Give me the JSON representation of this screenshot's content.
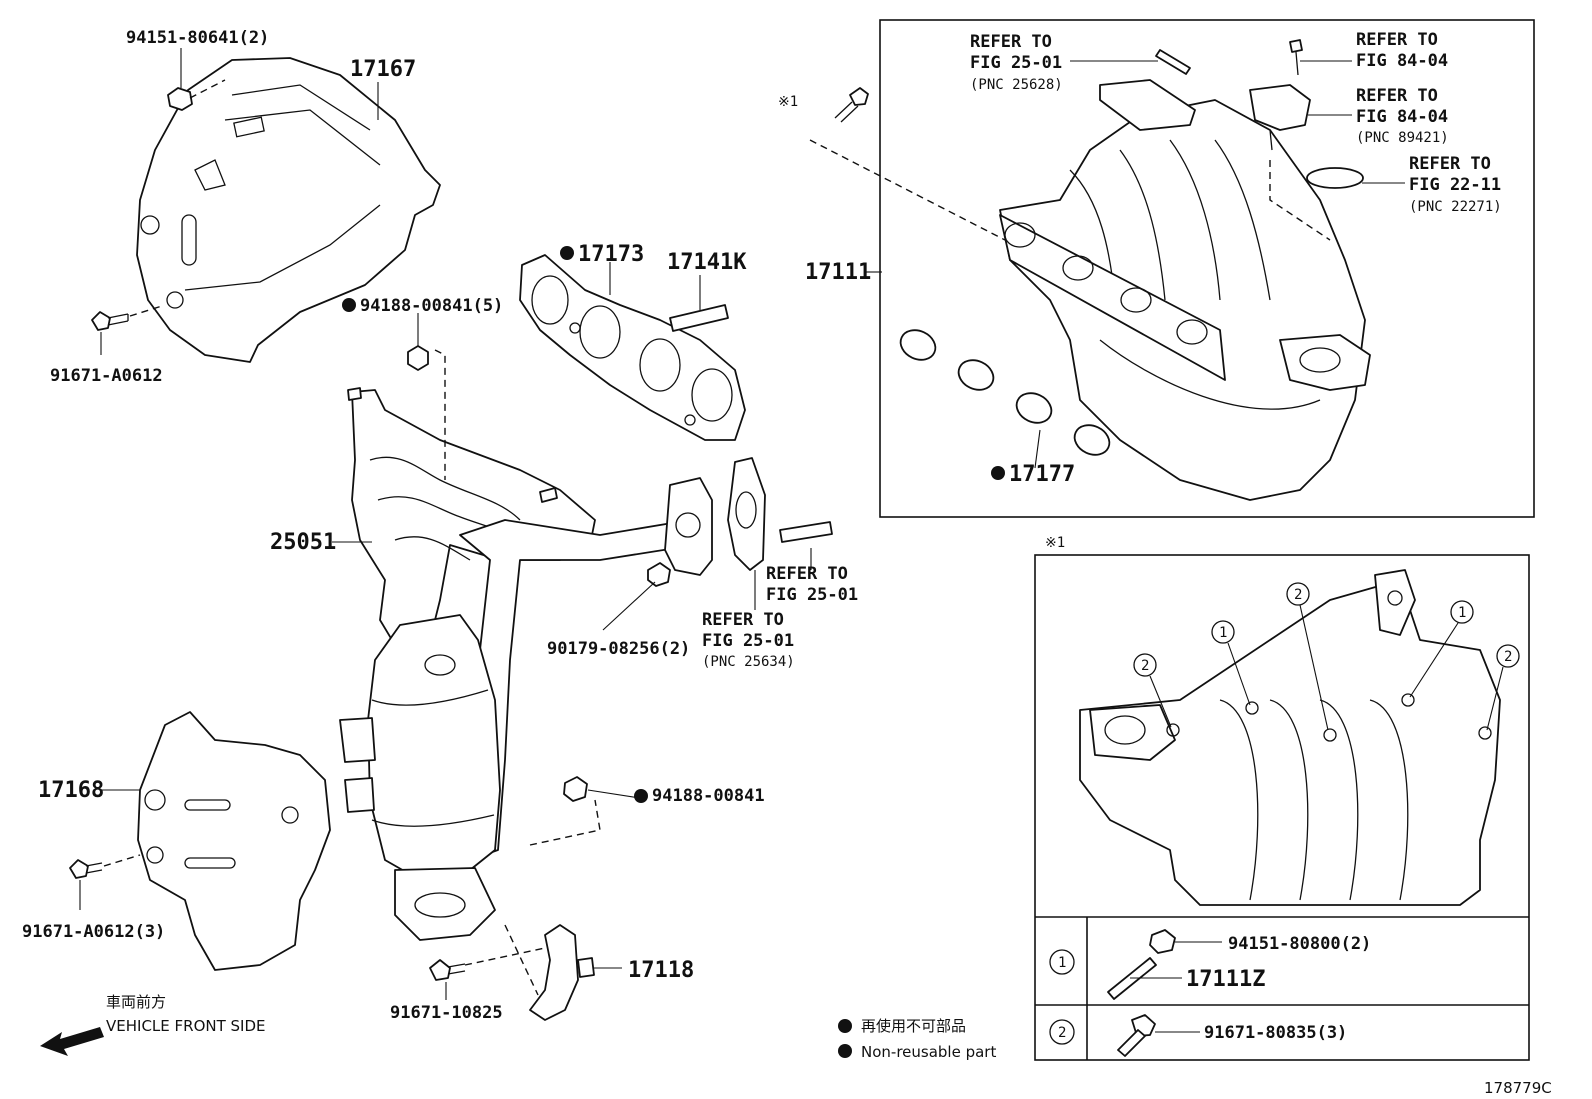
{
  "labels": {
    "p_94151_80641": "94151-80641(2)",
    "p_17167": "17167",
    "p_91671_a0612": "91671-A0612",
    "p_17173": "17173",
    "p_17141k": "17141K",
    "p_94188_00841_5": "94188-00841(5)",
    "p_25051": "25051",
    "p_90179_08256": "90179-08256(2)",
    "p_94188_00841": "94188-00841",
    "p_17168": "17168",
    "p_91671_a0612_3": "91671-A0612(3)",
    "p_91671_10825": "91671-10825",
    "p_17118": "17118",
    "p_17111": "17111",
    "p_17177": "17177",
    "p_94151_80800": "94151-80800(2)",
    "p_17111z": "17111Z",
    "p_91671_80835": "91671-80835(3)",
    "ref_a_1": "REFER TO",
    "ref_a_2": "FIG 25-01",
    "ref_a_3": "(PNC 25628)",
    "ref_b_1": "REFER TO",
    "ref_b_2": "FIG 84-04",
    "ref_c_1": "REFER TO",
    "ref_c_2": "FIG 84-04",
    "ref_c_3": "(PNC 89421)",
    "ref_d_1": "REFER TO",
    "ref_d_2": "FIG 22-11",
    "ref_d_3": "(PNC 22271)",
    "ref_e_1": "REFER TO",
    "ref_e_2": "FIG 25-01",
    "ref_f_1": "REFER TO",
    "ref_f_2": "FIG 25-01",
    "ref_f_3": "(PNC 25634)",
    "note_mark": "※1",
    "note_mark_2": "※1",
    "circle_1": "1",
    "circle_2": "2",
    "front_jp": "車両前方",
    "front_en": "VEHICLE FRONT SIDE",
    "legend_jp": "再使用不可部品",
    "legend_en": "Non-reusable part",
    "figure_id": "178779C"
  }
}
